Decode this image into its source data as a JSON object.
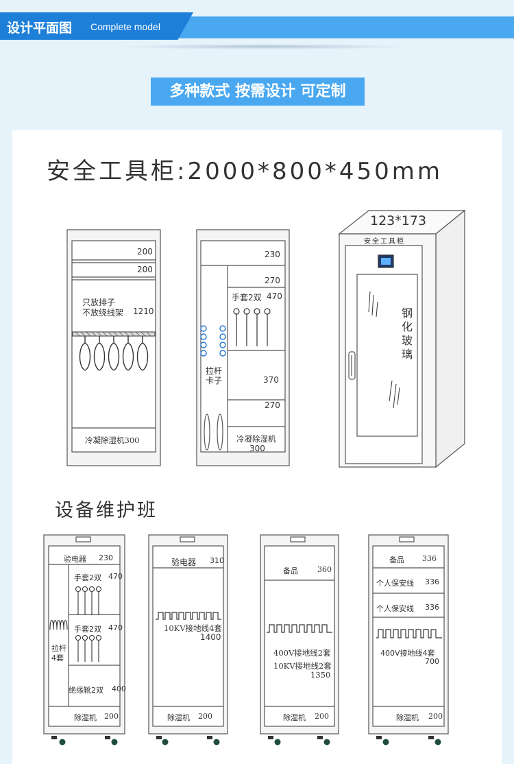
{
  "header": {
    "title_cn": "设计平面图",
    "title_en": "Complete model"
  },
  "banner": {
    "text": "多种款式 按需设计 可定制"
  },
  "section1": {
    "title": "安全工具柜:2000*800*450mm"
  },
  "section2": {
    "title": "设备维护班"
  },
  "cab1": {
    "s1": "200",
    "s2": "200",
    "t1": "只放排子",
    "t2": "不放绕线架",
    "t3": "1210",
    "bottom": "冷凝除湿机300"
  },
  "cab2": {
    "s1": "230",
    "s2": "270",
    "s3": "手套2双",
    "s4": "470",
    "rod1": "拉杆",
    "rod2": "卡子",
    "s5": "370",
    "s6": "270",
    "bottom1": "冷凝除湿机",
    "bottom2": "300"
  },
  "cab3": {
    "size": "123*173",
    "label": "安全工具柜",
    "glass": "钢化玻璃"
  },
  "m1": {
    "s1": "验电器",
    "v1": "230",
    "s2": "手套2双",
    "v2": "470",
    "s3": "手套2双",
    "v3": "470",
    "rod1": "拉杆",
    "rod2": "4套",
    "s4": "绝缘靴2双",
    "v4": "400",
    "bottom": "除湿机",
    "bv": "200"
  },
  "m2": {
    "s1": "验电器",
    "v1": "310",
    "s2": "10KV接地线4套",
    "v2": "1400",
    "bottom": "除湿机",
    "bv": "200"
  },
  "m3": {
    "s1": "备品",
    "v1": "360",
    "s2": "400V接地线2套",
    "s3": "10KV接地线2套",
    "v3": "1350",
    "bottom": "除湿机",
    "bv": "200"
  },
  "m4": {
    "s1": "备品",
    "v1": "336",
    "s2": "个人保安线",
    "v2": "336",
    "s3": "个人保安线",
    "v3": "336",
    "s4": "400V接地线4套",
    "v4": "700",
    "bottom": "除湿机",
    "bv": "200"
  }
}
